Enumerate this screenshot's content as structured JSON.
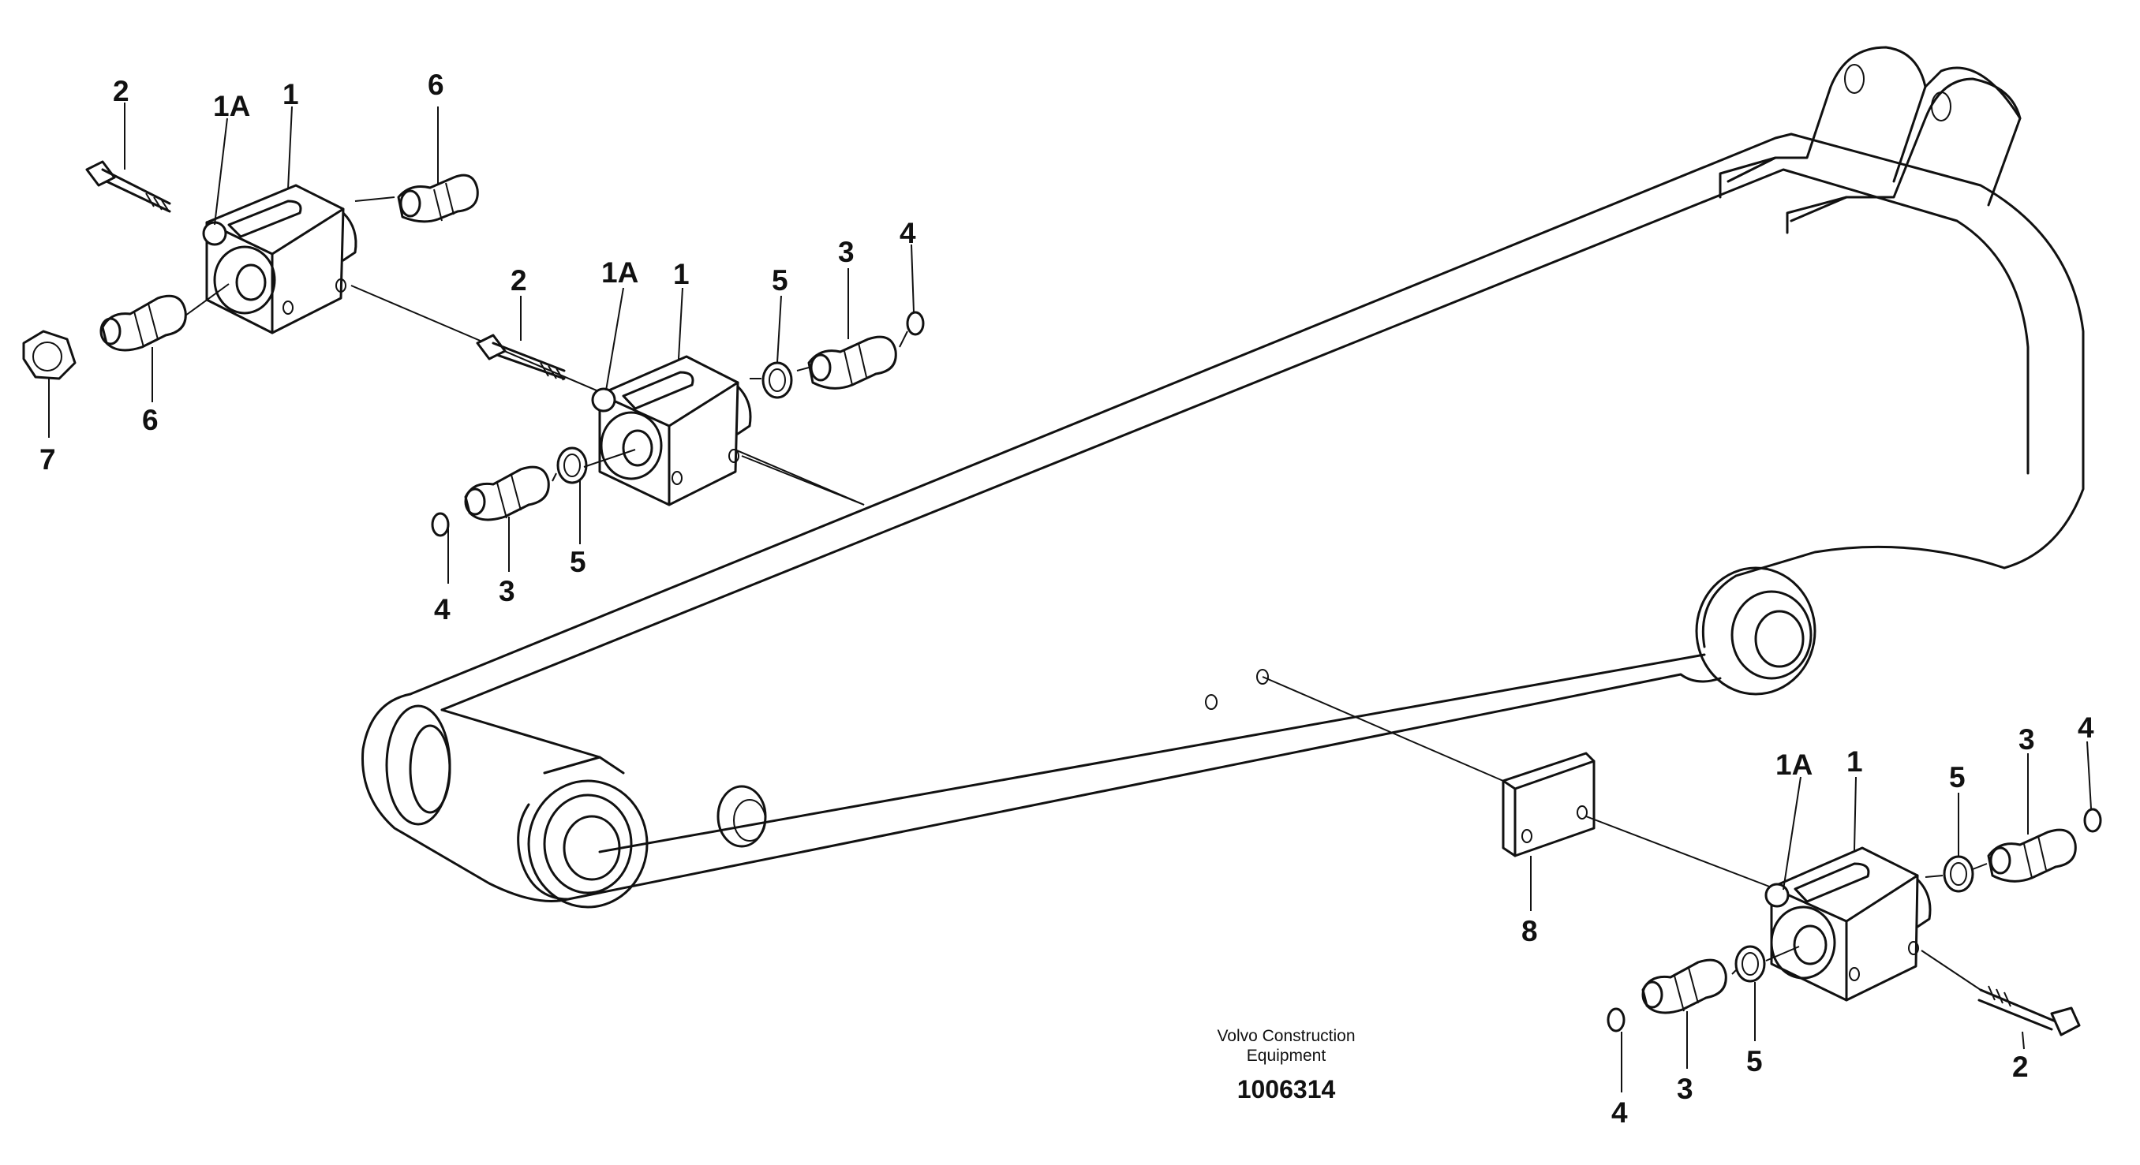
{
  "caption": {
    "manufacturer_line1": "Volvo Construction",
    "manufacturer_line2": "Equipment",
    "drawing_number": "1006314"
  },
  "labels": {
    "top_left_group": [
      "2",
      "1A",
      "1",
      "6",
      "6",
      "7"
    ],
    "middle_group": [
      "2",
      "1A",
      "1",
      "5",
      "3",
      "4",
      "4",
      "3",
      "5"
    ],
    "bottom_right_group": [
      "1A",
      "1",
      "5",
      "3",
      "4",
      "8",
      "5",
      "3",
      "4",
      "2"
    ]
  },
  "colors": {
    "line": "#111111",
    "background": "#ffffff"
  }
}
